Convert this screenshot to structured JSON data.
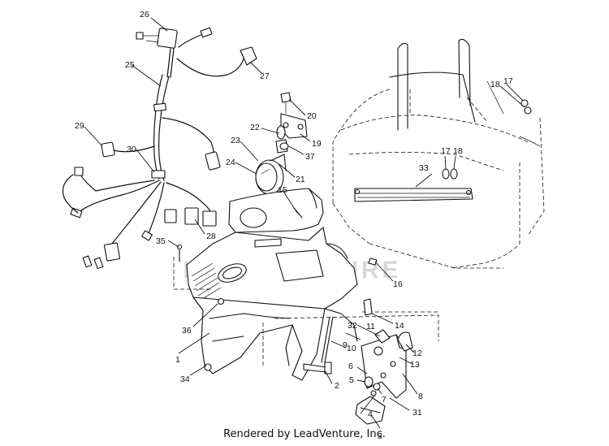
{
  "footer": {
    "credit": "Rendered by LeadVenture, Inc."
  },
  "watermark": {
    "text": "LEADVENTURE"
  },
  "callouts": [
    "1",
    "2",
    "3",
    "4",
    "5",
    "6",
    "7",
    "8",
    "9",
    "10",
    "11",
    "12",
    "13",
    "14",
    "15",
    "16",
    "17",
    "17",
    "18",
    "18",
    "19",
    "20",
    "21",
    "22",
    "23",
    "24",
    "25",
    "26",
    "27",
    "28",
    "29",
    "30",
    "31",
    "32",
    "33",
    "34",
    "35",
    "36",
    "37"
  ]
}
